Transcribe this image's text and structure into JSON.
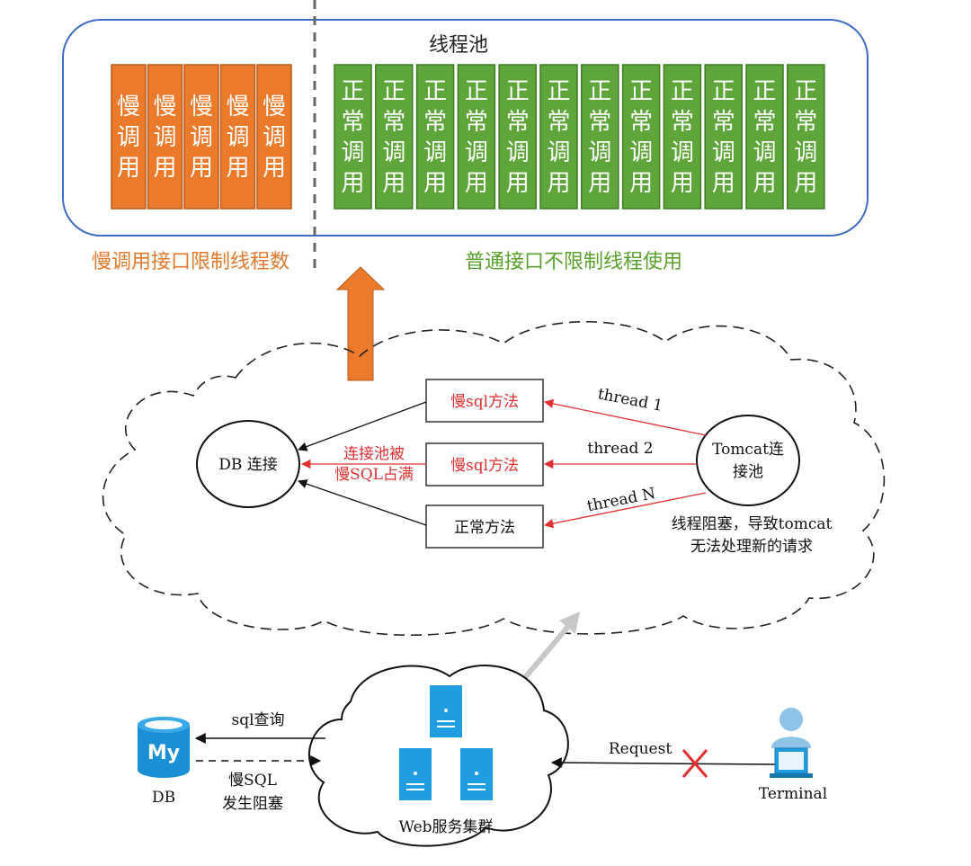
{
  "thread_pool": {
    "title": "线程池",
    "slow_slots": [
      "慢调用",
      "慢调用",
      "慢调用",
      "慢调用",
      "慢调用"
    ],
    "normal_slots": [
      "正常调用",
      "正常调用",
      "正常调用",
      "正常调用",
      "正常调用",
      "正常调用",
      "正常调用",
      "正常调用",
      "正常调用",
      "正常调用",
      "正常调用",
      "正常调用"
    ],
    "slow_caption": "慢调用接口限制线程数",
    "normal_caption": "普通接口不限制线程使用"
  },
  "cloud_detail": {
    "db_conn": "DB 连接",
    "methods": [
      "慢sql方法",
      "慢sql方法",
      "正常方法"
    ],
    "threads": [
      "thread 1",
      "thread 2",
      "thread N"
    ],
    "tomcat_line1": "Tomcat连",
    "tomcat_line2": "接池",
    "pool_full_line1": "连接池被",
    "pool_full_line2": "慢SQL占满",
    "blocked_line1": "线程阻塞，导致tomcat",
    "blocked_line2": "无法处理新的请求"
  },
  "bottom": {
    "db_label": "DB",
    "db_logo": "My",
    "sql_query": "sql查询",
    "slow_sql_line1": "慢SQL",
    "slow_sql_line2": "发生阻塞",
    "web_cluster": "Web服务集群",
    "request": "Request",
    "terminal": "Terminal"
  },
  "colors": {
    "slow": "#ec7a2b",
    "normal": "#5fa63a",
    "pool_border": "#3f6cc0",
    "red": "#e03030",
    "server_blue": "#1e9ee0",
    "mysql_blue": "#1a8fd6"
  },
  "icons": [
    "up-arrow-icon",
    "database-icon",
    "server-icon",
    "terminal-user-icon",
    "blocked-x-icon"
  ]
}
